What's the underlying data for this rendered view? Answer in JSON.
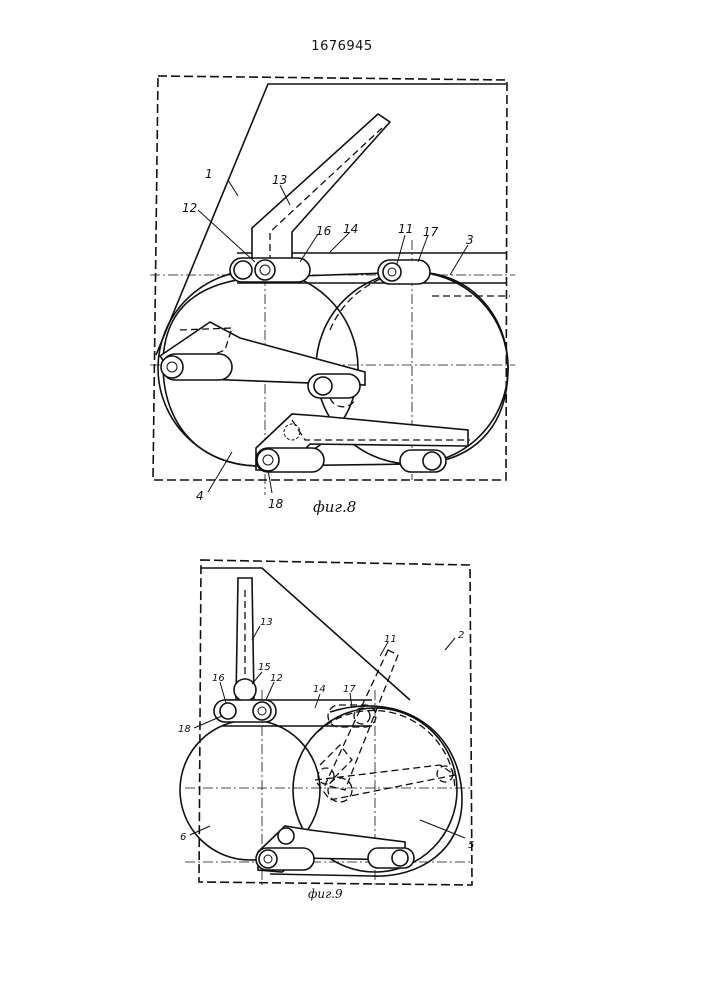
{
  "patent_number": "1676945",
  "figures": [
    {
      "caption": "фиг.8",
      "labels": [
        "1",
        "13",
        "12",
        "16",
        "14",
        "11",
        "17",
        "3",
        "4",
        "18"
      ]
    },
    {
      "caption": "фиг.9",
      "labels": [
        "2",
        "13",
        "11",
        "15",
        "12",
        "16",
        "14",
        "17",
        "18",
        "6",
        "5"
      ]
    }
  ]
}
